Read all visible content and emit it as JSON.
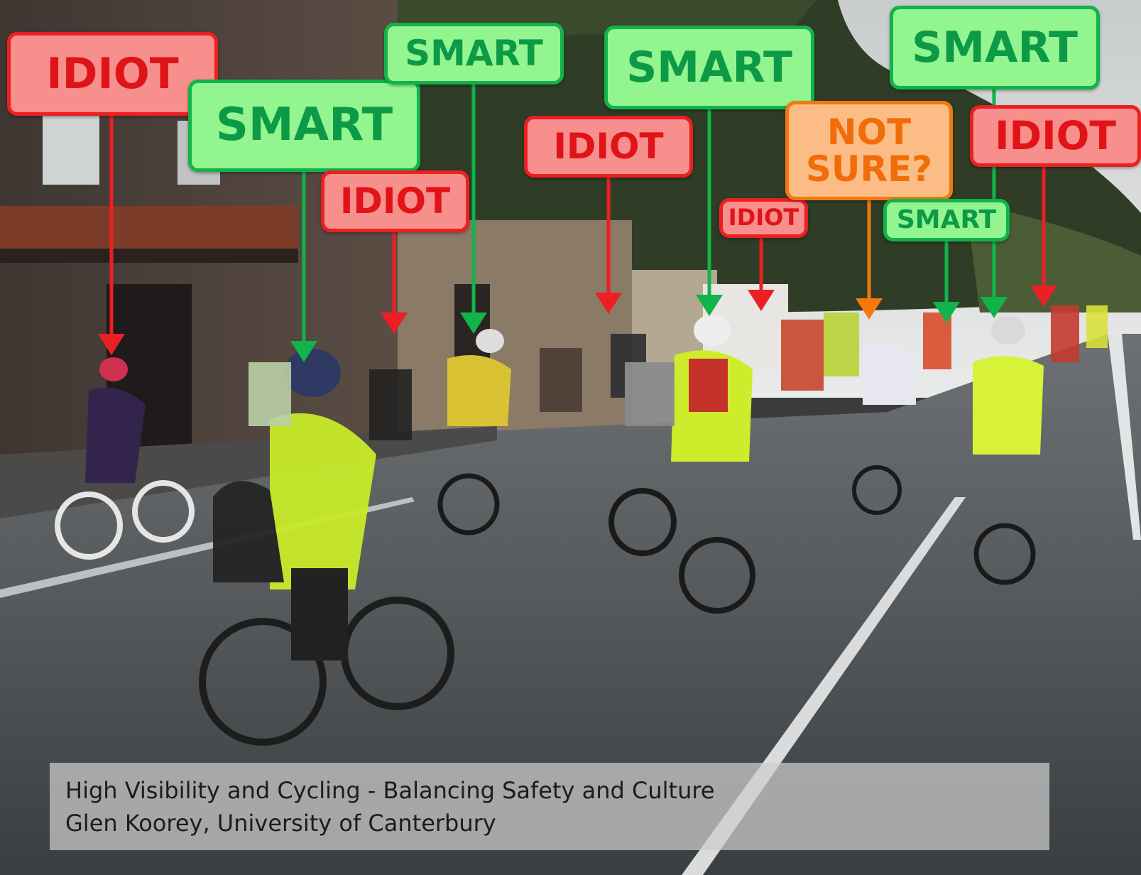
{
  "labels": [
    {
      "text": "IDIOT",
      "kind": "idiot"
    },
    {
      "text": "SMART",
      "kind": "smart"
    },
    {
      "text": "SMART",
      "kind": "smart"
    },
    {
      "text": "IDIOT",
      "kind": "idiot"
    },
    {
      "text": "IDIOT",
      "kind": "idiot"
    },
    {
      "text": "SMART",
      "kind": "smart"
    },
    {
      "text": "IDIOT",
      "kind": "idiot"
    },
    {
      "text": "NOT SURE?",
      "kind": "unsure"
    },
    {
      "text": "SMART",
      "kind": "smart"
    },
    {
      "text": "SMART",
      "kind": "smart"
    },
    {
      "text": "IDIOT",
      "kind": "idiot"
    }
  ],
  "caption": {
    "line1": "High Visibility and Cycling - Balancing Safety and Culture",
    "line2": "Glen Koorey, University of Canterbury"
  },
  "colors": {
    "smart": "#12b34b",
    "idiot": "#ec1f23",
    "unsure": "#f5780c"
  }
}
